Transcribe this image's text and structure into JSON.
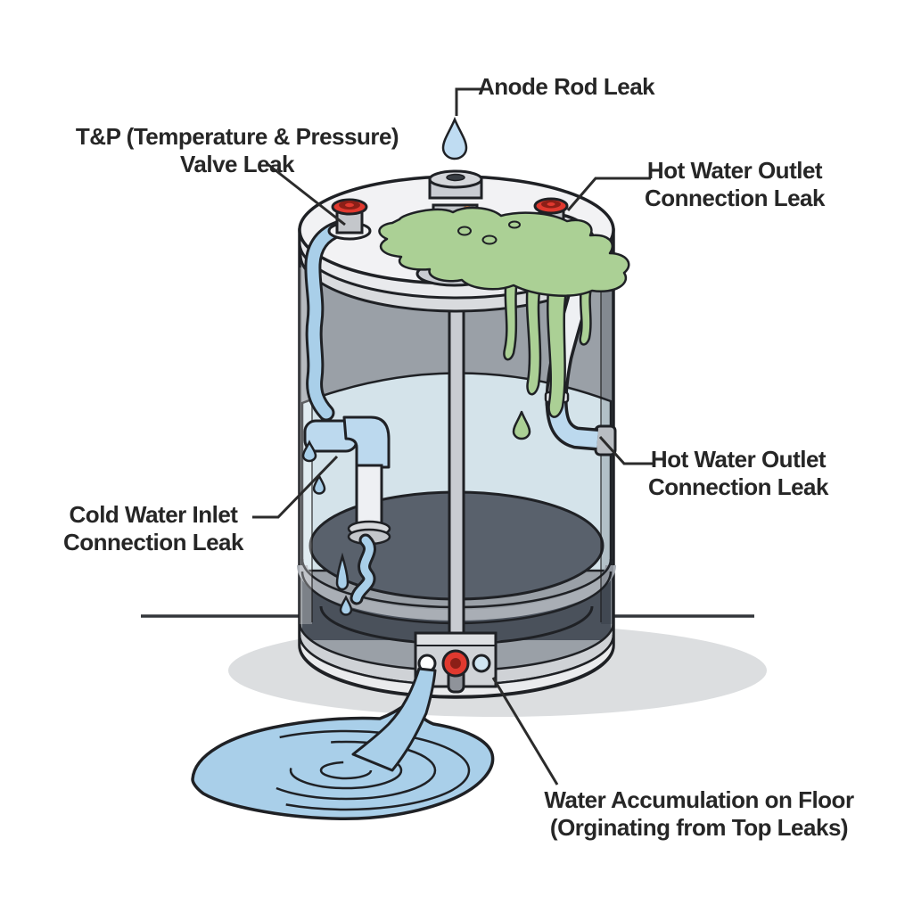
{
  "diagram": {
    "labels": {
      "anode_rod": "Anode Rod Leak",
      "tp_valve_line1": "T&P (Temperature & Pressure)",
      "tp_valve_line2": "Valve Leak",
      "hot_outlet_top_line1": "Hot Water Outlet",
      "hot_outlet_top_line2": "Connection Leak",
      "hot_outlet_side_line1": "Hot Water Outlet",
      "hot_outlet_side_line2": "Connection Leak",
      "cold_inlet_line1": "Cold Water Inlet",
      "cold_inlet_line2": "Connection Leak",
      "floor_water_line1": "Water Accumulation on Floor",
      "floor_water_line2": "(Orginating from Top Leaks)"
    },
    "colors": {
      "outline": "#1f2125",
      "label_text": "#262626",
      "tank_interior": "#9aa0a7",
      "tank_water": "#d4e3ea",
      "tank_lid": "#f2f2f4",
      "lid_band": "#e9eaed",
      "lid_band2": "#d9dbde",
      "inner_floor": "#59616c",
      "lower_cavity": "#4a515b",
      "seam_band": "#a9aeb5",
      "leak_water": "#a9cfe9",
      "pipe_blue": "#bcd9ee",
      "pipe_white": "#eef0f3",
      "slime_green": "#abd095",
      "valve_red": "#e0392f",
      "valve_red_dark": "#8c1f17",
      "rust_brown": "#b06f40",
      "metal_light": "#c9ccd2",
      "metal_mid": "#c4c7cb",
      "base_band1": "#cfd2d6",
      "base_band2": "#eaebed",
      "shadow": "#dcdee0",
      "knob_gray": "#8f939a"
    }
  }
}
